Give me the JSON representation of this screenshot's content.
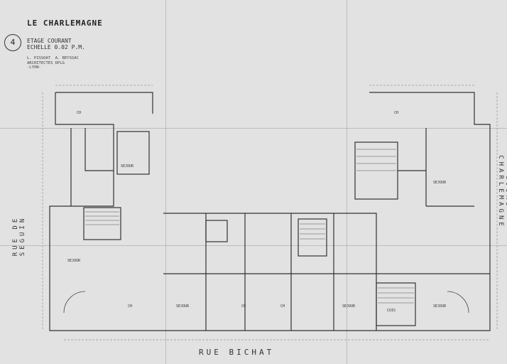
{
  "title": "LE CHARLEMAGNE",
  "sheet_number": "4",
  "subtitle": "ETAGE COURANT\nECHELLE 0.02 P.M.",
  "architects": "L. PISSOAT  A. BEYSSAC\nARCHITECTES DPLG\n·LYON·",
  "streets": {
    "bottom": "RUE  BICHAT",
    "left": "RUE DE SEGUIN",
    "right": "COURS CHARLEMAGNE"
  },
  "room_labels": {
    "sejour": "SEJOUR",
    "ch": "CH",
    "cuis": "CUIS"
  }
}
